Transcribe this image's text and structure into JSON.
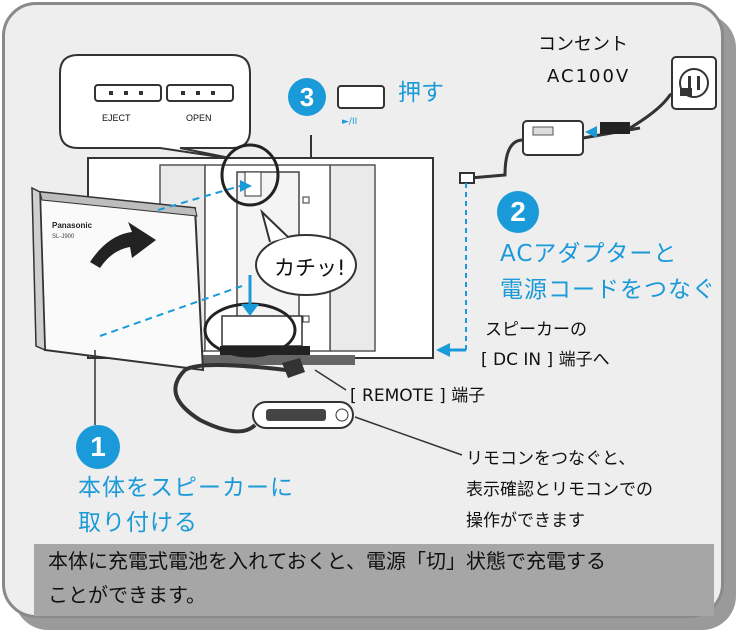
{
  "buttons_callout": {
    "eject": "EJECT",
    "open": "OPEN"
  },
  "step3": {
    "number": "3",
    "label": "押す",
    "play_pause_glyph": "►/II"
  },
  "outlet": {
    "line1": "コンセント",
    "line2": "AC100V"
  },
  "step2": {
    "number": "2",
    "line1": "ACアダプターと",
    "line2": "電源コードをつなぐ"
  },
  "click_bubble": "カチッ!",
  "dc_in": {
    "line1": "スピーカーの",
    "line2": "[ DC IN ] 端子へ"
  },
  "remote_port": "[ REMOTE ] 端子",
  "step1": {
    "number": "1",
    "line1": "本体をスピーカーに",
    "line2": "取り付ける"
  },
  "remote_note": {
    "line1": "リモコンをつなぐと、",
    "line2": "表示確認とリモコンでの",
    "line3": "操作ができます"
  },
  "device": {
    "brand": "Panasonic",
    "model": "SL-J900"
  },
  "bottom_note": {
    "line1": "本体に充電式電池を入れておくと、電源「切」状態で充電する",
    "line2": "ことができます。"
  },
  "colors": {
    "accent": "#1a9ad8",
    "frame": "#8a8a8a",
    "note_bg": "#a6a6a6"
  }
}
